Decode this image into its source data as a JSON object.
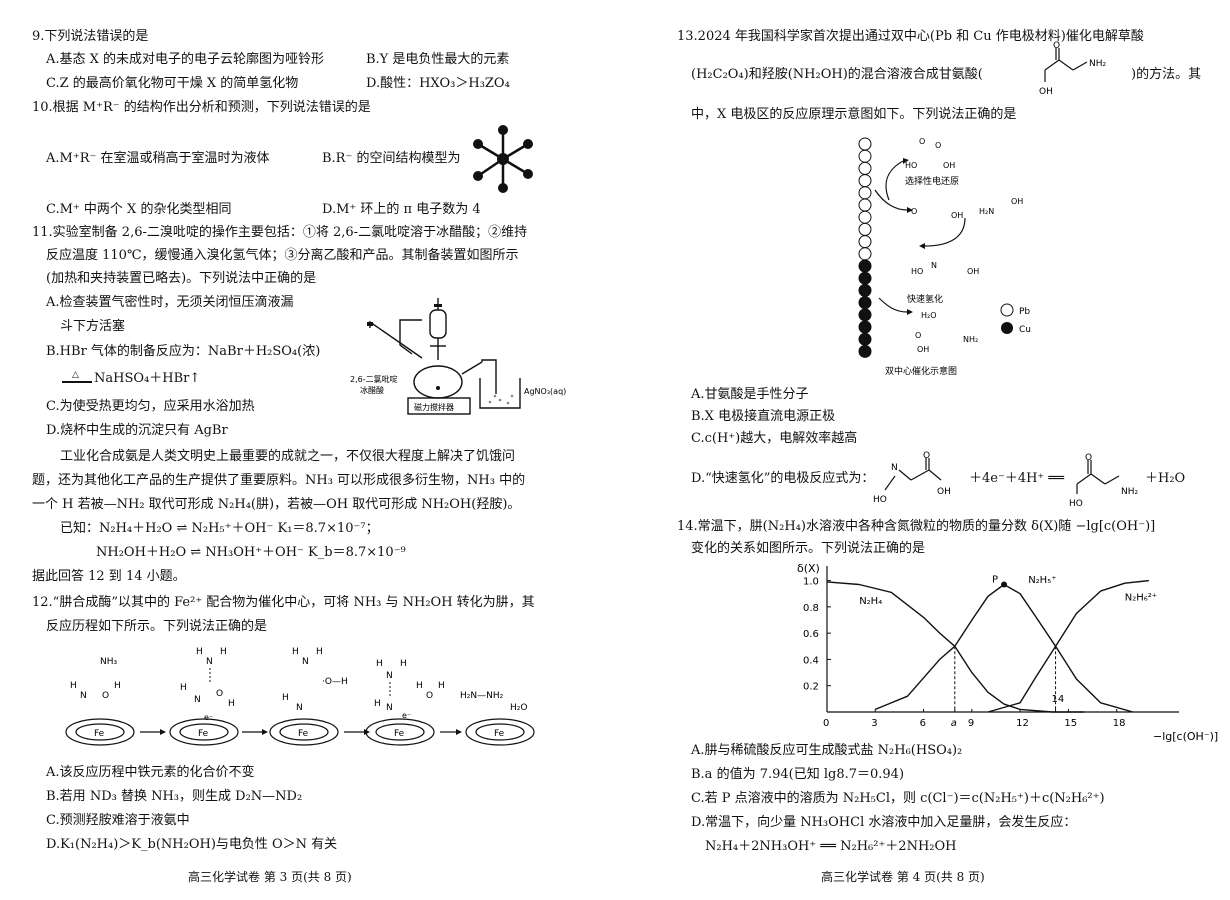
{
  "left": {
    "q9": {
      "stem": "9.下列说法错误的是",
      "A": "A.基态 X 的未成对电子的电子云轮廓图为哑铃形",
      "B": "B.Y 是电负性最大的元素",
      "C": "C.Z 的最高价氧化物可干燥 X 的简单氢化物",
      "D": "D.酸性：HXO₃＞H₃ZO₄"
    },
    "q10": {
      "stem": "10.根据 M⁺R⁻ 的结构作出分析和预测，下列说法错误的是",
      "A": "A.M⁺R⁻ 在室温或稍高于室温时为液体",
      "B": "B.R⁻ 的空间结构模型为",
      "C": "C.M⁺ 中两个 X 的杂化类型相同",
      "D": "D.M⁺ 环上的 π 电子数为 4"
    },
    "q11": {
      "stem_lines": [
        "11.实验室制备 2,6-二溴吡啶的操作主要包括：①将 2,6-二氯吡啶溶于冰醋酸；②维持",
        "反应温度 110℃，缓慢通入溴化氢气体；③分离乙酸和产品。其制备装置如图所示",
        "(加热和夹持装置已略去)。下列说法中正确的是"
      ],
      "A1": "A.检查装置气密性时，无须关闭恒压滴液漏",
      "A2": "斗下方活塞",
      "B1": "B.HBr 气体的制备反应为：NaBr＋H₂SO₄(浓)",
      "B_arrow": "△",
      "B2": "NaHSO₄＋HBr↑",
      "C": "C.为使受热更均匀，应采用水浴加热",
      "D": "D.烧杯中生成的沉淀只有 AgBr",
      "fig": {
        "flask_label_1": "2,6-二氯吡啶",
        "flask_label_2": "冰醋酸",
        "stirrer": "磁力搅拌器",
        "beaker": "AgNO₃(aq)"
      }
    },
    "passage": {
      "lines": [
        "工业化合成氨是人类文明史上最重要的成就之一，不仅很大程度上解决了饥饿问",
        "题，还为其他化工产品的生产提供了重要原料。NH₃ 可以形成很多衍生物，NH₃ 中的",
        "一个 H 若被—NH₂ 取代可形成 N₂H₄(肼)，若被—OH 取代可形成 NH₂OH(羟胺)。"
      ],
      "eq1": "已知：N₂H₄＋H₂O ⇌ N₂H₅⁺＋OH⁻   K₁＝8.7×10⁻⁷；",
      "eq2": "NH₂OH＋H₂O ⇌ NH₃OH⁺＋OH⁻   K_b＝8.7×10⁻⁹",
      "note": "据此回答 12 到 14 小题。"
    },
    "q12": {
      "stem1": "12.“肼合成酶”以其中的 Fe²⁺ 配合物为催化中心，可将 NH₃ 与 NH₂OH 转化为肼，其",
      "stem2": "反应历程如下所示。下列说法正确的是",
      "fig": {
        "nh3": "NH₃",
        "h2o": "H₂O",
        "fe": "Fe",
        "n": "N",
        "h": "H",
        "o": "O",
        "oh": "·O—H",
        "e": "e⁻",
        "h2nnh2": "H₂N—NH₂",
        "h2o_2": "H₂O"
      },
      "A": "A.该反应历程中铁元素的化合价不变",
      "B": "B.若用 ND₃ 替换 NH₃，则生成 D₂N—ND₂",
      "C": "C.预测羟胺难溶于液氨中",
      "D": "D.K₁(N₂H₄)＞K_b(NH₂OH)与电负性 O＞N 有关"
    },
    "footer": "高三化学试卷 第 3 页(共 8 页)"
  },
  "right": {
    "q13": {
      "stem1": "13.2024 年我国科学家首次提出通过双中心(Pb 和 Cu 作电极材料)催化电解草酸",
      "stem2a": "(H₂C₂O₄)和羟胺(NH₂OH)的混合溶液合成甘氨酸(",
      "stem2b": ")的方法。其",
      "stem3": "中，X 电极区的反应原理示意图如下。下列说法正确的是",
      "fig": {
        "reduce": "选择性电还原",
        "hydro": "快速氢化",
        "pb": "Pb",
        "cu": "Cu",
        "h2o": "H₂O",
        "title": "双中心催化示意图",
        "oh": "OH",
        "ho": "HO",
        "h2n": "H₂N",
        "nh2": "NH₂",
        "o": "O",
        "n": "N"
      },
      "A": "A.甘氨酸是手性分子",
      "B": "B.X 电极接直流电源正极",
      "C": "C.c(H⁺)越大，电解效率越高",
      "D_prefix": "D.“快速氢化”的电极反应式为：",
      "D_mid": "＋4e⁻＋4H⁺ ══",
      "D_suffix": "＋H₂O"
    },
    "q14": {
      "stem1": "14.常温下，肼(N₂H₄)水溶液中各种含氮微粒的物质的量分数 δ(X)随 −lg[c(OH⁻)]",
      "stem2": "变化的关系如图所示。下列说法正确的是",
      "A": "A.肼与稀硫酸反应可生成酸式盐 N₂H₆(HSO₄)₂",
      "B": "B.a 的值为 7.94(已知 lg8.7＝0.94)",
      "C": "C.若 P 点溶液中的溶质为 N₂H₅Cl，则 c(Cl⁻)＝c(N₂H₅⁺)＋c(N₂H₆²⁺)",
      "D": "D.常温下，向少量 NH₃OHCl 水溶液中加入足量肼，会发生反应：",
      "D_eq": "N₂H₄＋2NH₃OH⁺ ══ N₂H₆²⁺＋2NH₂OH"
    },
    "footer": "高三化学试卷 第 4 页(共 8 页)"
  },
  "chart_data": {
    "type": "line",
    "ylabel": "δ(X)",
    "xlabel": "−lg[c(OH⁻)]",
    "x_ticks": [
      "0",
      "3",
      "6",
      "a",
      "9",
      "12",
      "14",
      "15",
      "18"
    ],
    "y_ticks": [
      "0.2",
      "0.4",
      "0.6",
      "0.8",
      "1.0"
    ],
    "xlim": [
      0,
      21
    ],
    "ylim": [
      0,
      1.05
    ],
    "series": [
      {
        "name": "N₂H₄",
        "x": [
          0,
          2,
          4,
          6,
          7,
          7.94,
          9,
          10,
          11,
          12,
          14,
          16
        ],
        "y": [
          0.99,
          0.97,
          0.91,
          0.72,
          0.6,
          0.5,
          0.3,
          0.15,
          0.06,
          0.02,
          0.0,
          0.0
        ]
      },
      {
        "name": "N₂H₅⁺",
        "x": [
          3,
          5,
          7,
          7.94,
          9,
          10,
          11,
          12,
          13,
          14.2,
          15.5,
          17,
          19
        ],
        "y": [
          0.02,
          0.12,
          0.4,
          0.5,
          0.7,
          0.88,
          0.97,
          0.9,
          0.72,
          0.5,
          0.25,
          0.07,
          0.0
        ]
      },
      {
        "name": "N₂H₆²⁺",
        "x": [
          10,
          12,
          13,
          14.2,
          15.5,
          17,
          18.5,
          20
        ],
        "y": [
          0.0,
          0.07,
          0.27,
          0.5,
          0.75,
          0.92,
          0.98,
          1.0
        ]
      }
    ],
    "points": [
      {
        "label": "P",
        "x": 11,
        "y": 0.97
      }
    ],
    "guides": [
      7.94,
      14.2
    ]
  }
}
